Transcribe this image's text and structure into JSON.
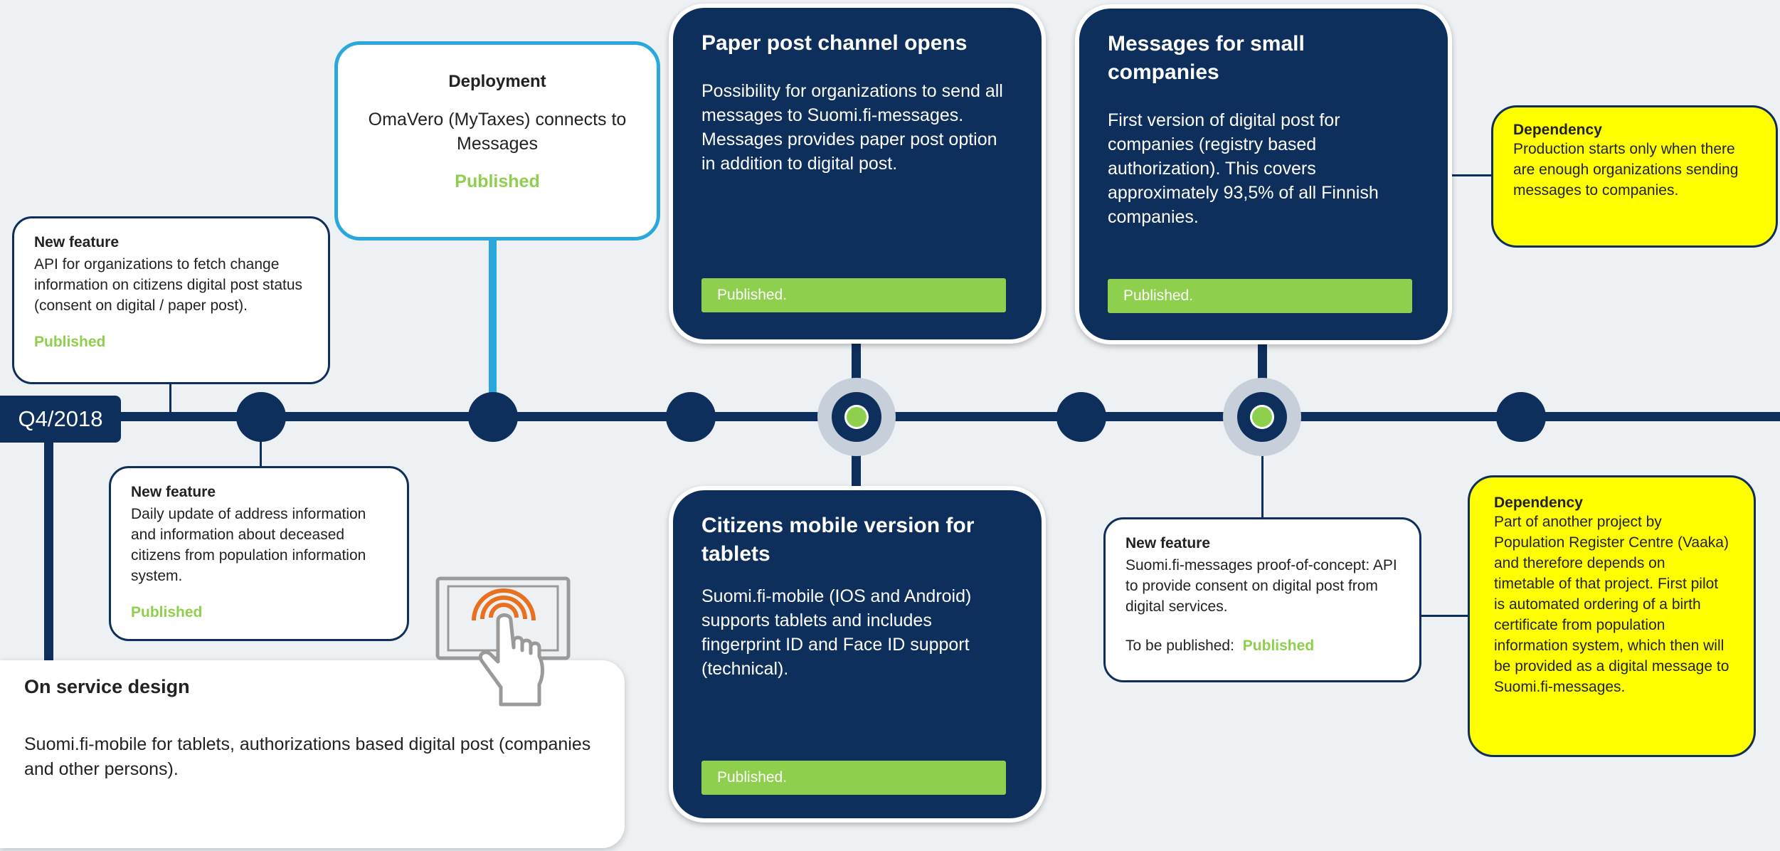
{
  "timeline": {
    "period_label": "Q4/2018"
  },
  "cards": {
    "api_fetch": {
      "title": "New feature",
      "body": "API for organizations to fetch change information on citizens digital post status (consent on digital / paper post).",
      "status": "Published"
    },
    "address_update": {
      "title": "New feature",
      "body": "Daily update of address information and information about deceased citizens from population information system.",
      "status": "Published"
    },
    "deployment": {
      "title": "Deployment",
      "body": "OmaVero (MyTaxes) connects to Messages",
      "status": "Published"
    },
    "paper_post": {
      "title": "Paper post channel opens",
      "body": "Possibility for organizations to send all messages to Suomi.fi-messages. Messages provides paper post option in addition to digital post.",
      "status": "Published."
    },
    "small_companies": {
      "title": "Messages for small companies",
      "body": "First version of digital post for companies (registry based authorization). This covers approximately 93,5% of all Finnish companies.",
      "status": "Published."
    },
    "mobile_tablets": {
      "title": "Citizens mobile version for tablets",
      "body": "Suomi.fi-mobile (IOS and Android) supports tablets and includes fingerprint ID and Face ID support (technical).",
      "status": "Published."
    },
    "poc": {
      "title": "New feature",
      "body": "Suomi.fi-messages proof-of-concept: API to provide consent on digital post from digital services.",
      "status_prefix": "To be published:",
      "status": "Published"
    }
  },
  "dependencies": {
    "production": {
      "title": "Dependency",
      "body": "Production starts only when there are enough organizations sending messages to companies."
    },
    "vaaka": {
      "title": "Dependency",
      "body": "Part of another project by Population Register Centre (Vaaka) and therefore depends on timetable of that project. First pilot is automated ordering of a birth certificate from population information system, which then will be provided as a digital message to Suomi.fi-messages."
    }
  },
  "service_design": {
    "title": "On service design",
    "body": "Suomi.fi-mobile for tablets, authorizations based digital post (companies and other persons)."
  },
  "colors": {
    "navy": "#0e2e5c",
    "green": "#8fcf4e",
    "yellow": "#ffff00",
    "light_blue": "#2aa8dc"
  }
}
